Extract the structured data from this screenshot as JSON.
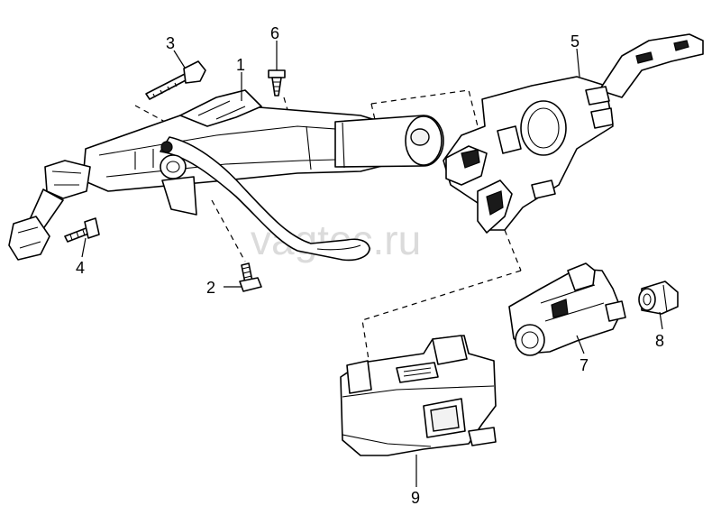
{
  "watermark": "vagtec.ru",
  "callouts": {
    "c1": "1",
    "c2": "2",
    "c3": "3",
    "c4": "4",
    "c5": "5",
    "c6": "6",
    "c7": "7",
    "c8": "8",
    "c9": "9"
  }
}
